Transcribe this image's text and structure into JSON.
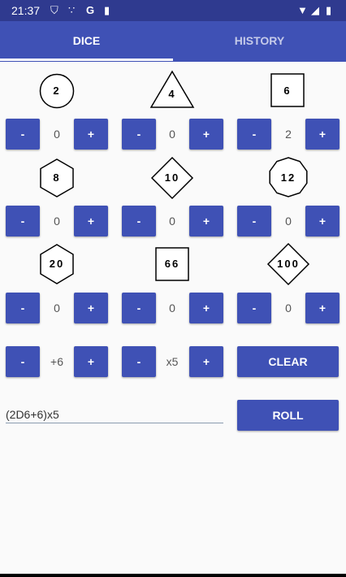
{
  "status_bar": {
    "time": "21:37",
    "icons": [
      "shield-icon",
      "dots-icon",
      "google-icon",
      "sim-icon",
      "wifi-icon",
      "signal-icon",
      "battery-icon"
    ]
  },
  "tabs": [
    {
      "label": "DICE",
      "active": true
    },
    {
      "label": "HISTORY",
      "active": false
    }
  ],
  "dice": [
    {
      "label": "2",
      "shape": "circle",
      "count": "0"
    },
    {
      "label": "4",
      "shape": "triangle",
      "count": "0"
    },
    {
      "label": "6",
      "shape": "square",
      "count": "2"
    },
    {
      "label": "8",
      "shape": "hexagon",
      "count": "0"
    },
    {
      "label": "10",
      "shape": "diamond",
      "count": "0"
    },
    {
      "label": "12",
      "shape": "decagon",
      "count": "0"
    },
    {
      "label": "20",
      "shape": "hexagon",
      "count": "0"
    },
    {
      "label": "66",
      "shape": "square",
      "count": "0"
    },
    {
      "label": "100",
      "shape": "diamond",
      "count": "0"
    }
  ],
  "buttons": {
    "minus": "-",
    "plus": "+"
  },
  "modifier": {
    "value": "+6"
  },
  "multiplier": {
    "value": "x5"
  },
  "clear_label": "CLEAR",
  "roll_label": "ROLL",
  "formula": "(2D6+6)x5",
  "colors": {
    "primary": "#3f51b5",
    "status_bar": "#2f3a8f",
    "background": "#fafafa"
  }
}
